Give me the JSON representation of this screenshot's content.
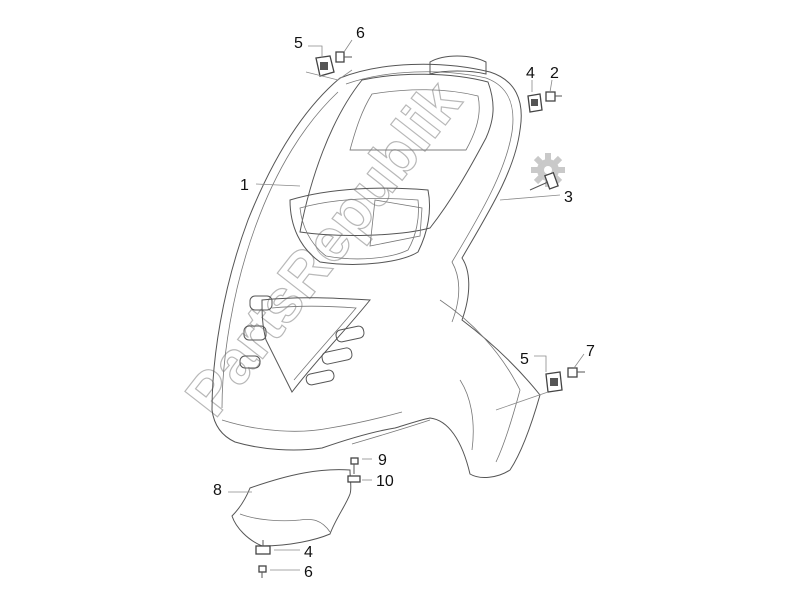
{
  "watermark": "PartsRepublik",
  "callouts": [
    {
      "id": "c1",
      "label": "1"
    },
    {
      "id": "c2",
      "label": "2"
    },
    {
      "id": "c3",
      "label": "3"
    },
    {
      "id": "c4a",
      "label": "4"
    },
    {
      "id": "c4b",
      "label": "4"
    },
    {
      "id": "c5a",
      "label": "5"
    },
    {
      "id": "c5b",
      "label": "5"
    },
    {
      "id": "c6a",
      "label": "6"
    },
    {
      "id": "c6b",
      "label": "6"
    },
    {
      "id": "c7",
      "label": "7"
    },
    {
      "id": "c8",
      "label": "8"
    },
    {
      "id": "c9",
      "label": "9"
    },
    {
      "id": "c10",
      "label": "10"
    }
  ]
}
